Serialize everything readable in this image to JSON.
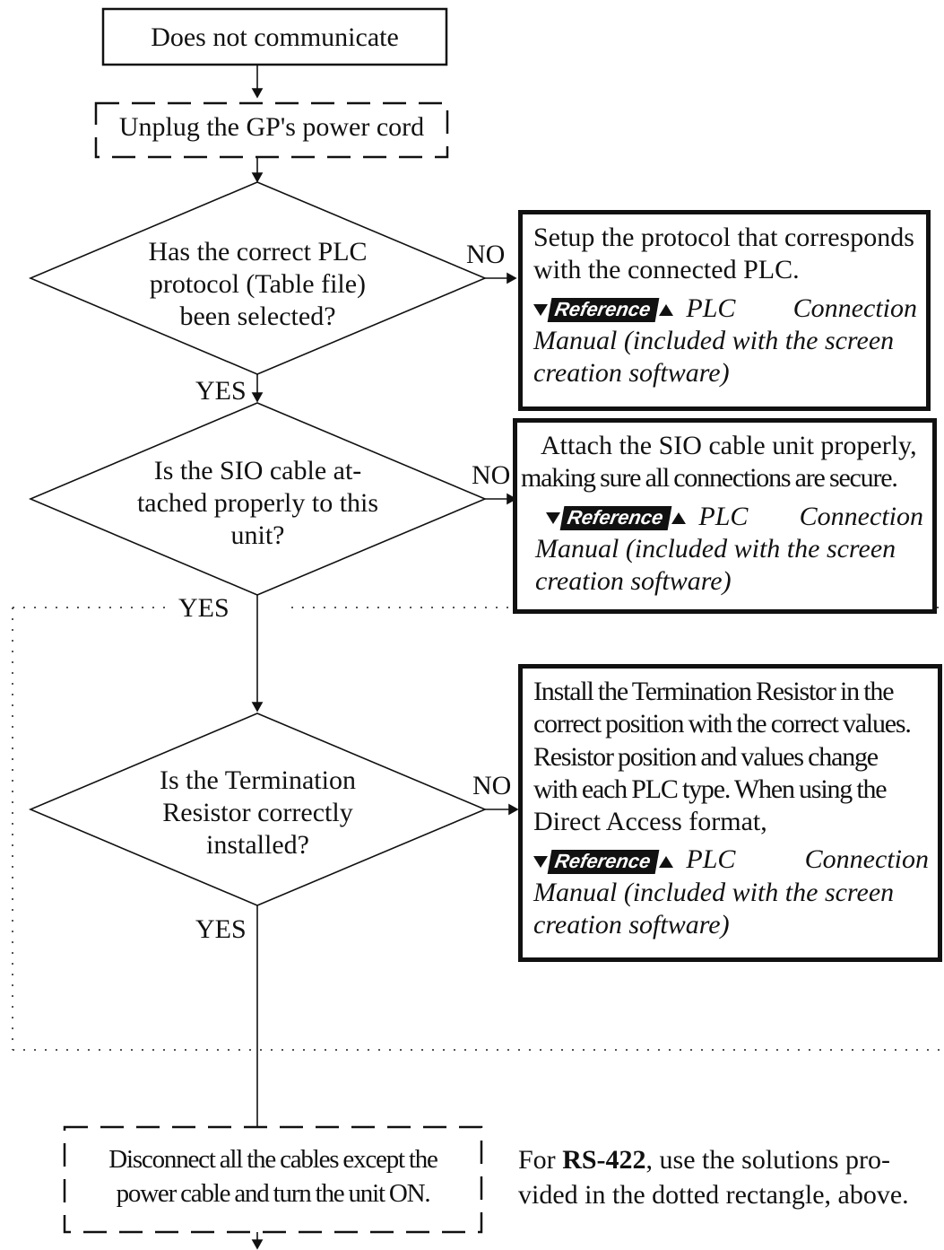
{
  "start": {
    "label": "Does not communicate"
  },
  "step_unplug": {
    "label": "Unplug the GP's power cord"
  },
  "decisions": [
    {
      "lines": [
        "Has the correct PLC",
        "protocol (Table file)",
        "been selected?"
      ]
    },
    {
      "lines": [
        "Is the SIO cable at-",
        "tached properly to this",
        "unit?"
      ]
    },
    {
      "lines": [
        "Is the Termination",
        "Resistor correctly",
        "installed?"
      ]
    }
  ],
  "branch_labels": {
    "yes": "YES",
    "no": "NO"
  },
  "notes": [
    {
      "lines": [
        "Setup the protocol that corresponds",
        "with the connected PLC."
      ],
      "reference_badge": "Reference",
      "reference_text": "PLC Connection",
      "reference_rest": [
        "Manual (included with the screen",
        "creation software)"
      ]
    },
    {
      "lines": [
        "Attach the SIO cable unit properly,",
        "making sure all connections are secure."
      ],
      "reference_badge": "Reference",
      "reference_text": "PLC Connection",
      "reference_rest": [
        "Manual (included with the screen",
        "creation software)"
      ]
    },
    {
      "lines": [
        "Install the Termination Resistor in the",
        "correct position with the correct values.",
        "Resistor position and values change",
        "with each PLC type. When using the",
        "Direct Access format,"
      ],
      "reference_badge": "Reference",
      "reference_text": "PLC Connection",
      "reference_rest": [
        "Manual (included with the screen",
        "creation software)"
      ]
    }
  ],
  "step_disconnect": {
    "lines": [
      "Disconnect all the cables except the",
      "power cable and turn the unit ON."
    ]
  },
  "rs422_note": {
    "prefix": "For ",
    "bold": "RS-422",
    "suffix": ", use the solutions pro-",
    "line2": "vided in the dotted rectangle, above."
  }
}
